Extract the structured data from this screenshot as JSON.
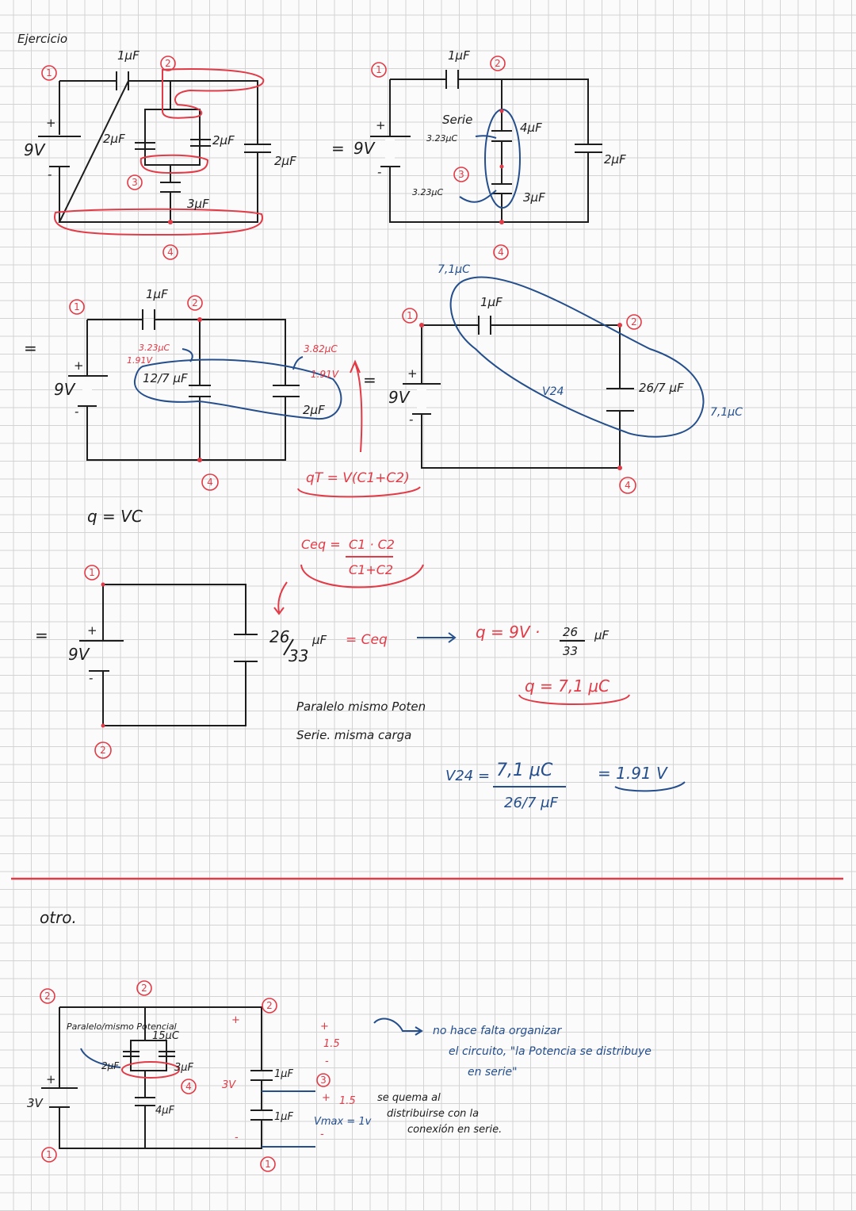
{
  "title": "Ejercicio",
  "circuit1": {
    "battery": "9V",
    "plus": "+",
    "minus": "-",
    "c_top": "1μF",
    "c_left": "2μF",
    "c_mid": "2μF",
    "c_bottom": "3μF",
    "c_right": "2μF",
    "nodes": [
      "1",
      "2",
      "3",
      "4"
    ]
  },
  "circuit2": {
    "equals": "=",
    "battery": "9V",
    "c_top": "1μF",
    "c_mid_top": "4μF",
    "c_mid_bottom": "3μF",
    "c_right": "2μF",
    "serie_label": "Serie",
    "charge_a": "3.23μC",
    "charge_b": "3.23μC",
    "nodes": [
      "1",
      "2",
      "3",
      "4"
    ]
  },
  "circuit3": {
    "equals": "=",
    "battery": "9V",
    "c_top": "1μF",
    "c_mid": "12/7 μF",
    "c_right": "2μF",
    "charge_mid": "3.23μC",
    "volt_mid": "1.91V",
    "charge_right": "3.82μC",
    "volt_right": "1.91V",
    "nodes": [
      "1",
      "2",
      "4"
    ]
  },
  "circuit4": {
    "equals": "=",
    "battery": "9V",
    "c_top": "1μF",
    "c_right": "26/7 μF",
    "charge_top": "7,1μC",
    "charge_right": "7,1μC",
    "v_label": "V24",
    "nodes": [
      "1",
      "2",
      "4"
    ]
  },
  "formulas": {
    "qt": "qT = V(C1+C2)",
    "qvc": "q = VC",
    "ceq": "Ceq = C1 · C2 / (C1+C2)",
    "ceq_num": "C1 · C2",
    "ceq_den": "C1+C2",
    "ceq_lhs": "Ceq =",
    "ceq_val_num": "26",
    "ceq_val_den": "33",
    "ceq_unit": "μF",
    "ceq_rhs": "= Ceq",
    "q_calc": "q = 9V ·",
    "q_calc_num": "26",
    "q_calc_den": "33",
    "q_calc_unit": "μF",
    "q_result": "q = 7,1 μC",
    "v24_lhs": "V24 =",
    "v24_num": "7,1 μC",
    "v24_den": "26/7 μF",
    "v24_result": "= 1.91 V",
    "rule1": "Paralelo mismo Poten",
    "rule2": "Serie. misma carga"
  },
  "circuit5": {
    "equals": "=",
    "battery": "9V",
    "nodes": [
      "1",
      "2"
    ]
  },
  "section2": {
    "title": "otro.",
    "battery": "3V",
    "c_left": "2μF",
    "c_mid": "3μF",
    "c_bottom": "4μF",
    "c_right_top": "1μF",
    "c_right_bottom": "1μF",
    "paralelo_label": "Paralelo/mismo Potencial",
    "charge": "15μC",
    "volt_3v": "3V",
    "v_top": "1.5",
    "v_bottom": "1.5",
    "vmax": "Vmax = 1v",
    "plus": "+",
    "minus": "-",
    "note1": "no hace falta organizar",
    "note2": "el circuito, \"la Potencia se distribuye",
    "note3": "en serie\"",
    "burn1": "se quema al",
    "burn2": "distribuirse con la",
    "burn3": "conexión en serie.",
    "nodes": [
      "2",
      "2",
      "2",
      "4",
      "3",
      "1",
      "1"
    ]
  }
}
